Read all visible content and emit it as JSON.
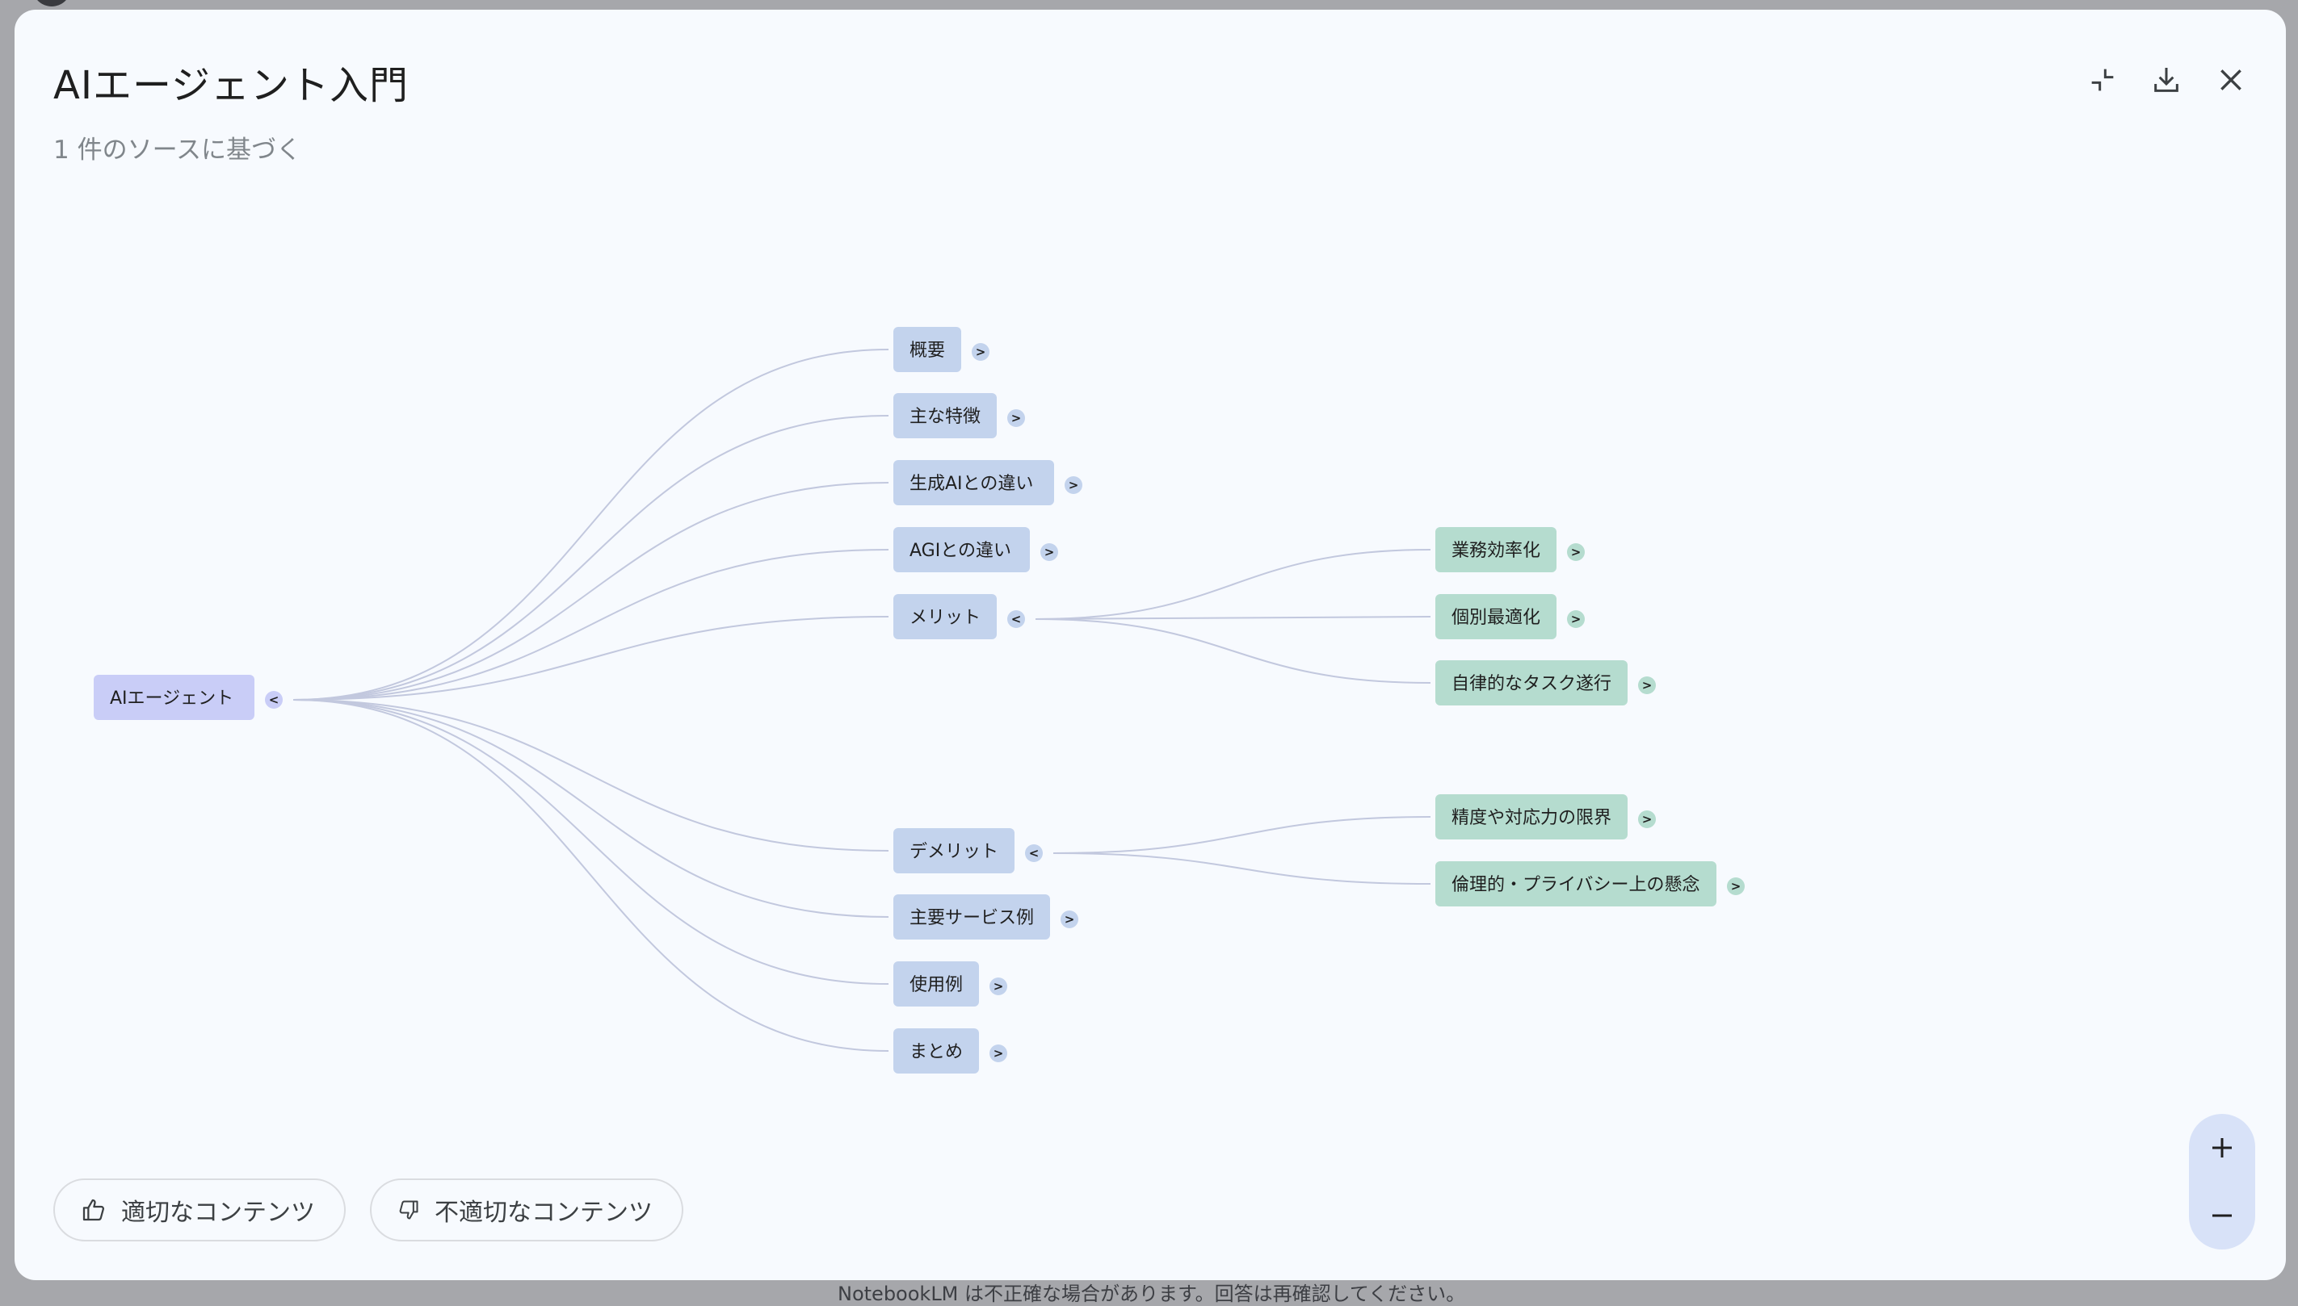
{
  "window": {
    "title": "AIエージェント入門",
    "subtitle": "1 件のソースに基づく",
    "footer_note": "NotebookLM は不正確な場合があります。回答は再確認してください。"
  },
  "toolbar": {
    "collapse_icon": "collapse-icon",
    "download_icon": "download-icon",
    "close_icon": "close-icon"
  },
  "colors": {
    "root": "#c9cdf7",
    "level1": "#c3d3ed",
    "level2": "#b5dccf",
    "link": "#c2c8de",
    "toggle_root": "#c9cdf7",
    "toggle_level1": "#c3d3ed",
    "toggle_level2": "#b5dccf"
  },
  "mindmap": {
    "root": {
      "id": "root",
      "label": "AIエージェント",
      "expanded": true,
      "toggle": "<"
    },
    "children": [
      {
        "id": "overview",
        "label": "概要",
        "toggle": ">"
      },
      {
        "id": "features",
        "label": "主な特徴",
        "toggle": ">"
      },
      {
        "id": "vs-genai",
        "label": "生成AIとの違い",
        "toggle": ">"
      },
      {
        "id": "vs-agi",
        "label": "AGIとの違い",
        "toggle": ">"
      },
      {
        "id": "merits",
        "label": "メリット",
        "toggle": "<",
        "children": [
          {
            "id": "efficiency",
            "label": "業務効率化",
            "toggle": ">"
          },
          {
            "id": "personal",
            "label": "個別最適化",
            "toggle": ">"
          },
          {
            "id": "autonomous",
            "label": "自律的なタスク遂行",
            "toggle": ">"
          }
        ]
      },
      {
        "id": "demerits",
        "label": "デメリット",
        "toggle": "<",
        "children": [
          {
            "id": "limits",
            "label": "精度や対応力の限界",
            "toggle": ">"
          },
          {
            "id": "ethics",
            "label": "倫理的・プライバシー上の懸念",
            "toggle": ">"
          }
        ]
      },
      {
        "id": "services",
        "label": "主要サービス例",
        "toggle": ">"
      },
      {
        "id": "usecases",
        "label": "使用例",
        "toggle": ">"
      },
      {
        "id": "summary",
        "label": "まとめ",
        "toggle": ">"
      }
    ]
  },
  "feedback": {
    "good_label": "適切なコンテンツ",
    "bad_label": "不適切なコンテンツ",
    "good_icon": "thumbs-up-icon",
    "bad_icon": "thumbs-down-icon"
  },
  "zoom": {
    "in_icon": "zoom-in-icon",
    "out_icon": "zoom-out-icon"
  }
}
